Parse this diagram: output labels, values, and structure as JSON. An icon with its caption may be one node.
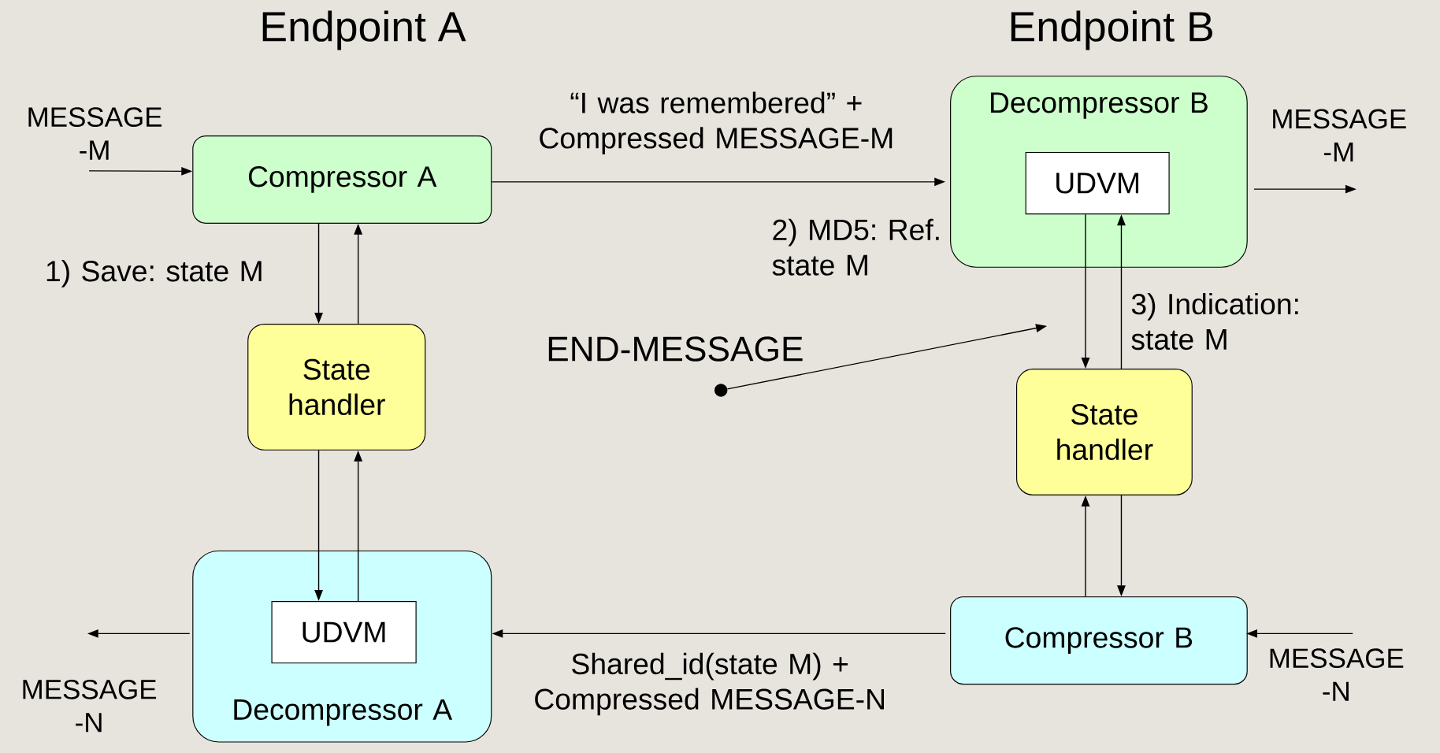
{
  "diagram": {
    "nodes": [
      {
        "text": [
          "Compressor A"
        ]
      },
      {
        "text": [
          "State handler"
        ]
      },
      {
        "text": [
          "Decompressor A"
        ]
      },
      {
        "text": [
          "UDVM"
        ],
        "in": 2
      },
      {
        "text": [
          "Decompressor B"
        ]
      },
      {
        "text": [
          "UDVM"
        ],
        "in": 4
      },
      {
        "text": [
          "State handler"
        ]
      },
      {
        "text": [
          "Compressor B"
        ]
      },
      {
        "text": [
          "MESSAGE -M"
        ]
      },
      {
        "text": [
          "MESSAGE -M"
        ]
      },
      {
        "text": [
          "MESSAGE -N"
        ]
      },
      {
        "text": [
          "MESSAGE -N"
        ]
      },
      {
        "text": [],
        "shape": "circle"
      }
    ],
    "edges": [
      {
        "from": 8,
        "to": 0,
        "arrow": "to"
      },
      {
        "from": 0,
        "to": 4,
        "arrow": "to",
        "label": "“I was remembered” + Compressed MESSAGE-M"
      },
      {
        "from": 4,
        "to": 9,
        "arrow": "to"
      },
      {
        "from": 0,
        "to": 1,
        "arrow": "to",
        "label": "1) Save: state M"
      },
      {
        "from": 1,
        "to": 0,
        "arrow": "to"
      },
      {
        "from": 1,
        "to": 3,
        "arrow": "to"
      },
      {
        "from": 3,
        "to": 1,
        "arrow": "to"
      },
      {
        "from": 5,
        "to": 6,
        "arrow": "to"
      },
      {
        "from": 6,
        "to": 5,
        "arrow": "to",
        "label": "3) Indication: state M"
      },
      {
        "from": 7,
        "to": 6,
        "arrow": "to"
      },
      {
        "from": 6,
        "to": 7,
        "arrow": "to"
      },
      {
        "from": 7,
        "to": 2,
        "arrow": "to",
        "label": "Shared_id(state M) + Compressed MESSAGE-N"
      },
      {
        "from": 2,
        "to": 10,
        "arrow": "to"
      },
      {
        "from": 11,
        "to": 7,
        "arrow": "to"
      },
      {
        "from": 12,
        "to": null,
        "arrow": "to",
        "label": "END-MESSAGE"
      }
    ],
    "labels": [
      "Endpoint A",
      "Endpoint B",
      "2) MD5: Ref. state M"
    ]
  }
}
